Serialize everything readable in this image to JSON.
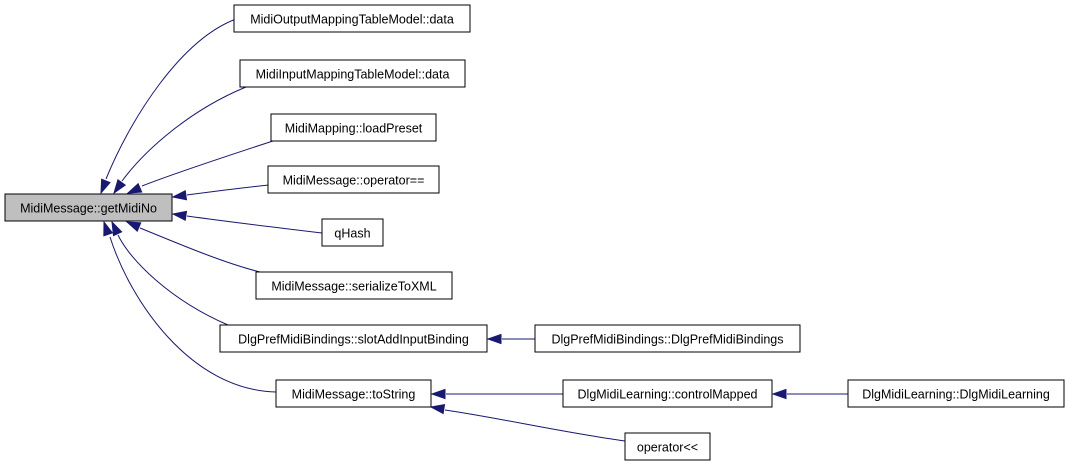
{
  "graph": {
    "colors": {
      "edge": "#191970",
      "root_fill": "#bfbfbf",
      "node_fill": "#ffffff",
      "node_border": "#000000"
    },
    "nodes": [
      {
        "id": "root",
        "label": "MidiMessage::getMidiNo"
      },
      {
        "id": "n1",
        "label": "MidiOutputMappingTableModel::data"
      },
      {
        "id": "n2",
        "label": "MidiInputMappingTableModel::data"
      },
      {
        "id": "n3",
        "label": "MidiMapping::loadPreset"
      },
      {
        "id": "n4",
        "label": "MidiMessage::operator=="
      },
      {
        "id": "n5",
        "label": "qHash"
      },
      {
        "id": "n6",
        "label": "MidiMessage::serializeToXML"
      },
      {
        "id": "n7",
        "label": "DlgPrefMidiBindings::slotAddInputBinding"
      },
      {
        "id": "n8",
        "label": "DlgPrefMidiBindings::DlgPrefMidiBindings"
      },
      {
        "id": "n9",
        "label": "MidiMessage::toString"
      },
      {
        "id": "n10",
        "label": "DlgMidiLearning::controlMapped"
      },
      {
        "id": "n11",
        "label": "DlgMidiLearning::DlgMidiLearning"
      },
      {
        "id": "n12",
        "label": "operator<<"
      }
    ],
    "edges": [
      {
        "from": "n1",
        "to": "root"
      },
      {
        "from": "n2",
        "to": "root"
      },
      {
        "from": "n3",
        "to": "root"
      },
      {
        "from": "n4",
        "to": "root"
      },
      {
        "from": "n5",
        "to": "root"
      },
      {
        "from": "n6",
        "to": "root"
      },
      {
        "from": "n7",
        "to": "root"
      },
      {
        "from": "n9",
        "to": "root"
      },
      {
        "from": "n8",
        "to": "n7"
      },
      {
        "from": "n10",
        "to": "n9"
      },
      {
        "from": "n12",
        "to": "n9"
      },
      {
        "from": "n11",
        "to": "n10"
      }
    ]
  }
}
